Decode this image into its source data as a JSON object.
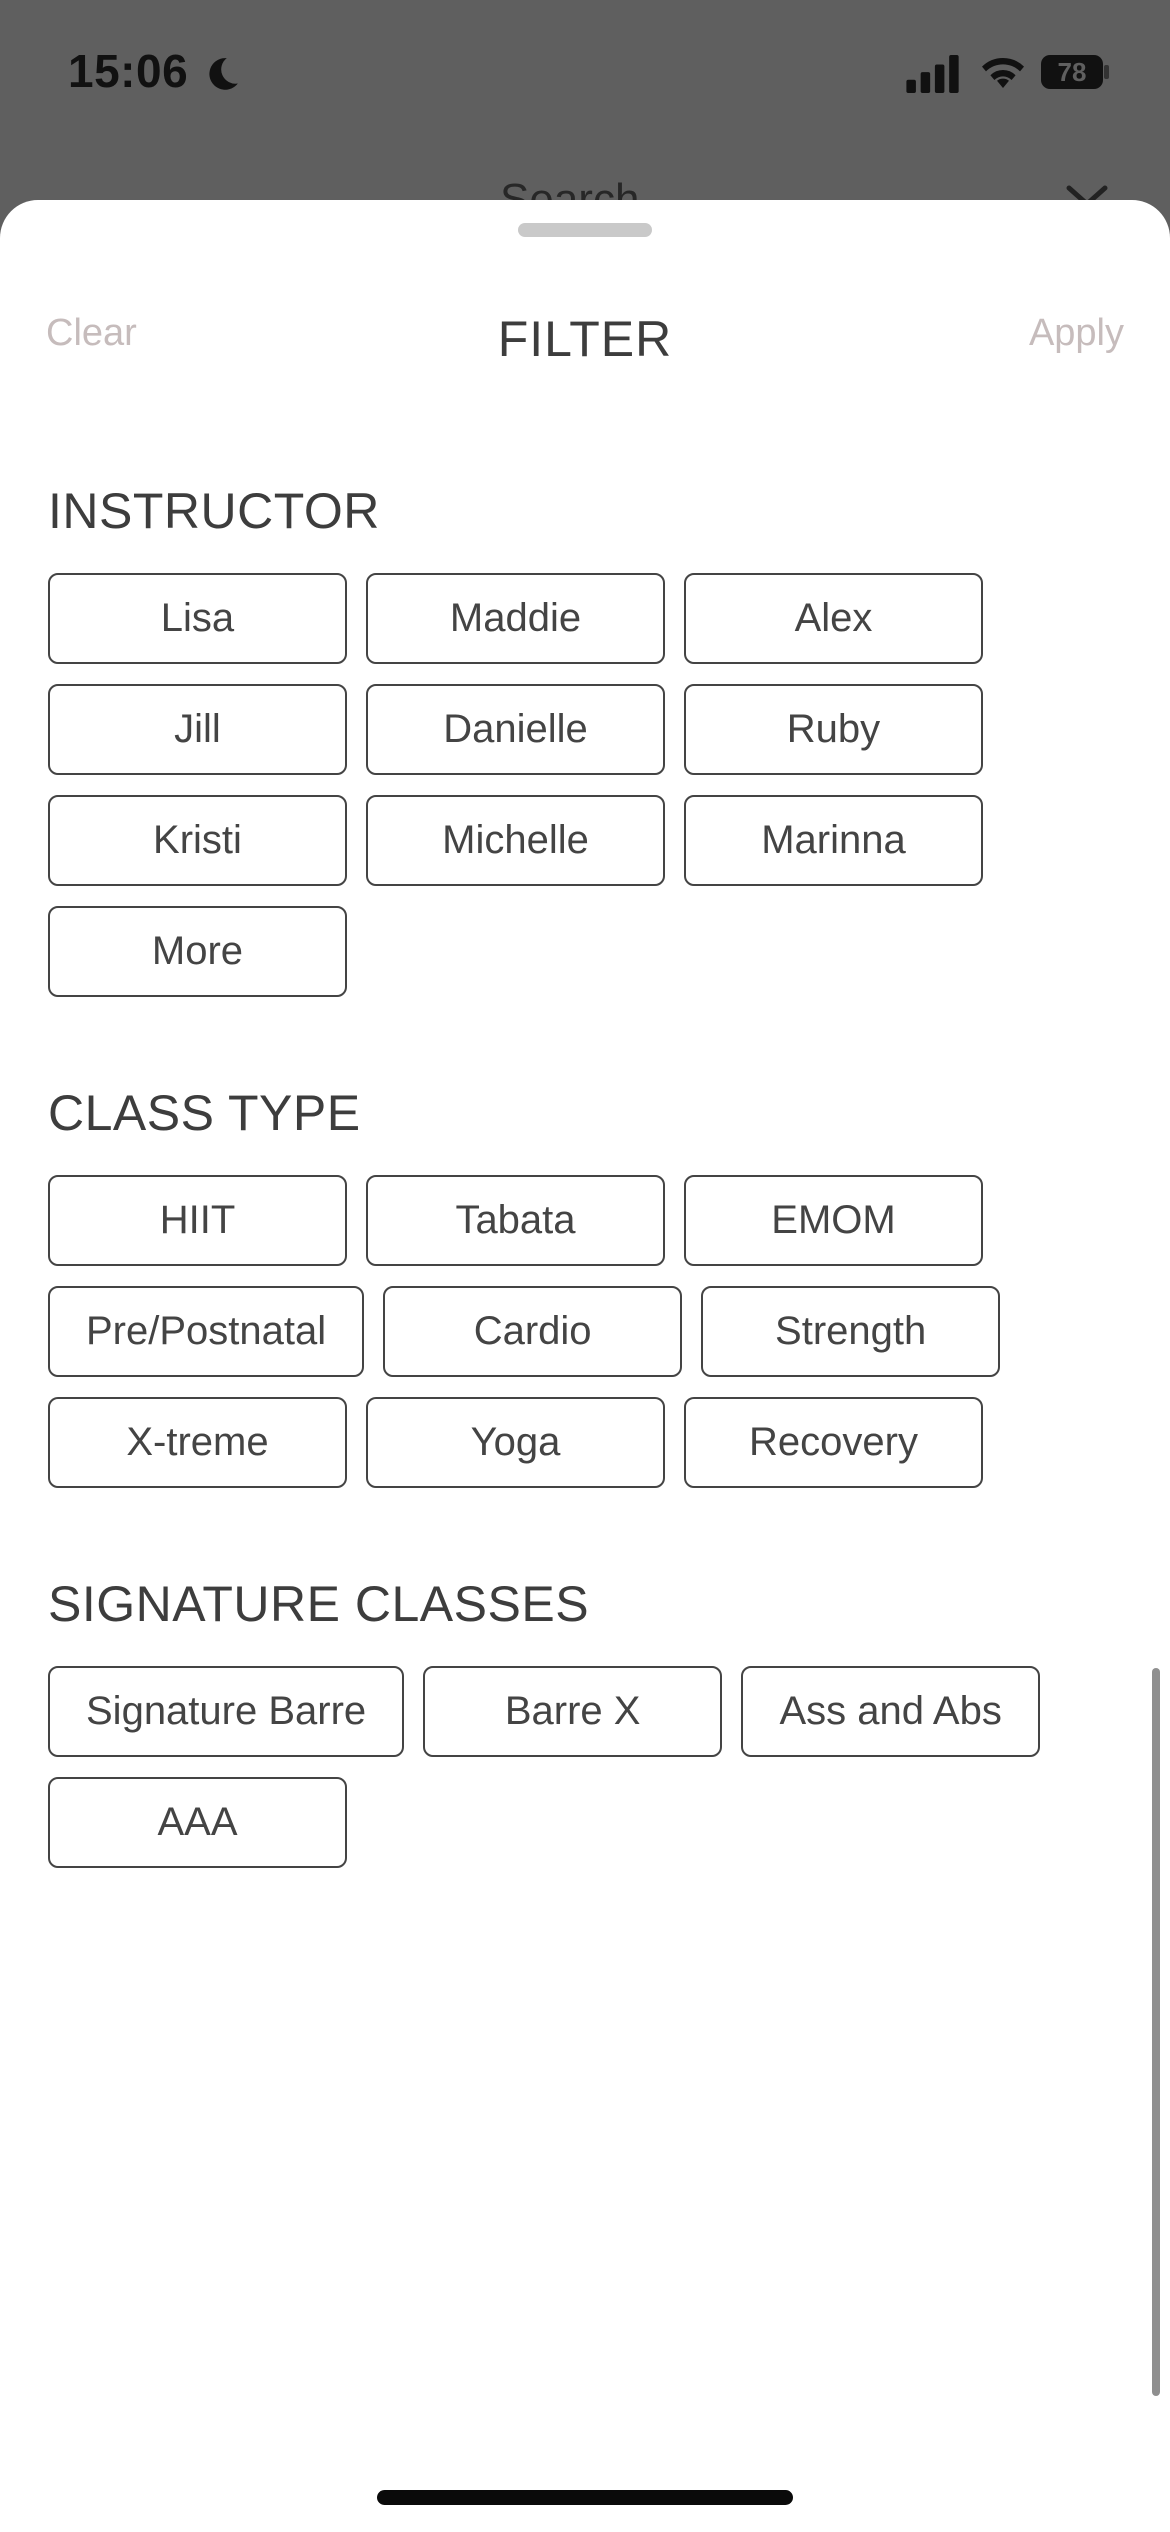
{
  "status_bar": {
    "time": "15:06",
    "battery_level": "78",
    "icons": [
      "moon-icon",
      "signal-icon",
      "wifi-icon",
      "battery-icon"
    ]
  },
  "behind_sheet": {
    "title": "Search"
  },
  "header": {
    "clear_label": "Clear",
    "title": "FILTER",
    "apply_label": "Apply"
  },
  "sections": {
    "instructor": {
      "title": "INSTRUCTOR",
      "options": [
        "Lisa",
        "Maddie",
        "Alex",
        "Jill",
        "Danielle",
        "Ruby",
        "Kristi",
        "Michelle",
        "Marinna",
        "More"
      ]
    },
    "class_type": {
      "title": "CLASS TYPE",
      "options": [
        "HIIT",
        "Tabata",
        "EMOM",
        "Pre/Postnatal",
        "Cardio",
        "Strength",
        "X-treme",
        "Yoga",
        "Recovery"
      ]
    },
    "signature_classes": {
      "title": "SIGNATURE CLASSES",
      "options": [
        "Signature Barre",
        "Barre X",
        "Ass and Abs",
        "AAA"
      ]
    }
  },
  "colors": {
    "backdrop": "#5f5f5f",
    "header_action": "#c6bcbc",
    "chip_border": "#444444",
    "text": "#3d3d3d"
  }
}
